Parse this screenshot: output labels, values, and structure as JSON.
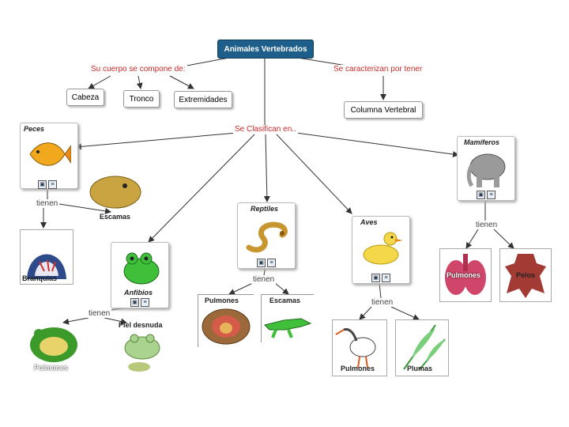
{
  "root": "Animales Vertebrados",
  "links": {
    "compone": "Su cuerpo se compone de:",
    "caracterizan": "Se caracterizan por tener",
    "clasifican": "Se Clasifican en..",
    "tienen_peces": "tienen",
    "tienen_anfibios": "tienen",
    "tienen_reptiles": "tienen",
    "tienen_aves": "tienen",
    "tienen_mamiferos": "tienen"
  },
  "parts": {
    "cabeza": "Cabeza",
    "tronco": "Tronco",
    "extremidades": "Extremidades"
  },
  "columna": "Columna Vertebral",
  "classes": {
    "peces": "Peces",
    "anfibios": "Anfibios",
    "reptiles": "Reptiles",
    "aves": "Aves",
    "mamiferos": "Mamíferos"
  },
  "features": {
    "escamas_pez": "Escamas",
    "branquias": "Branquias",
    "pulmones_anf": "Pulmones",
    "piel": "Piel desnuda",
    "pulmones_rep": "Pulmones",
    "escamas_rep": "Escamas",
    "pulmones_ave": "Pulmones",
    "plumas": "Plumas",
    "pulmones_mam": "Pulmones",
    "pelos": "Pelos"
  },
  "icons": {
    "badge_image": "image-icon",
    "badge_doc": "document-icon"
  },
  "colors": {
    "root": "#1d5f8a",
    "link_label_red": "#cc2a2a"
  }
}
